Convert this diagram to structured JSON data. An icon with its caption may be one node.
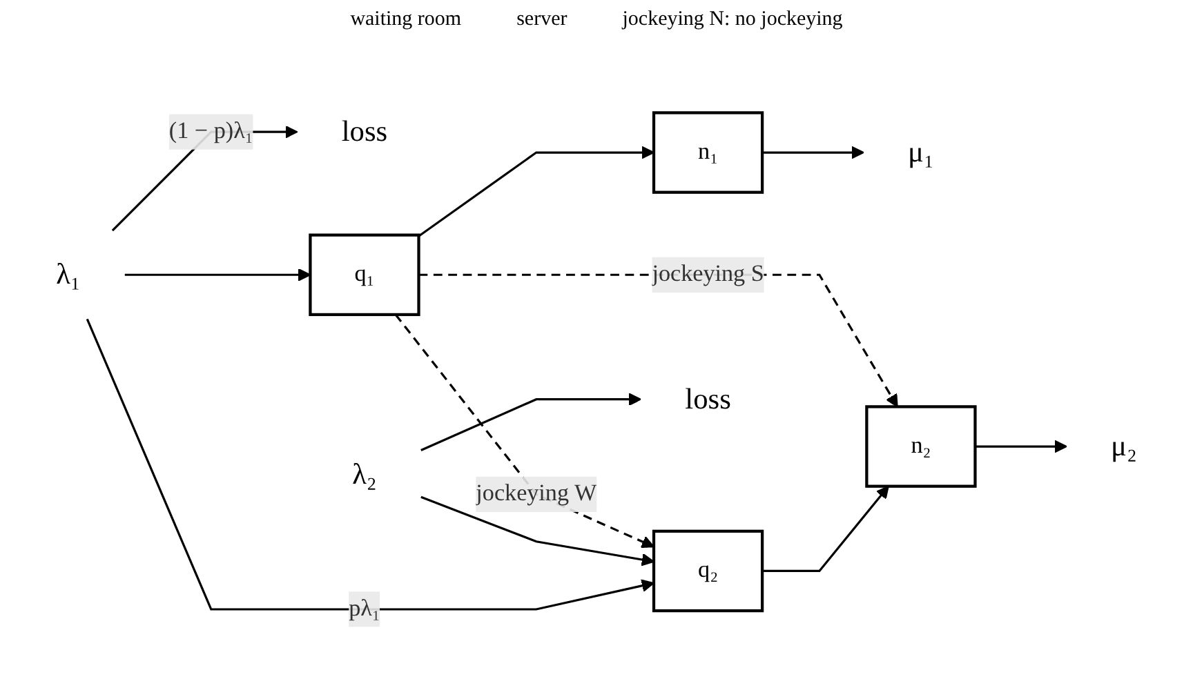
{
  "diagram": {
    "nodes": [
      {
        "text": [
          "loss"
        ]
      },
      {
        "text": [
          "λ₁"
        ]
      },
      {
        "text": [
          "q₁"
        ]
      },
      {
        "text": [
          "n₁"
        ]
      },
      {
        "text": [
          "μ₁"
        ]
      },
      {
        "text": [
          "λ₂"
        ]
      },
      {
        "text": [
          "q₂"
        ]
      },
      {
        "text": [
          "n₂"
        ]
      },
      {
        "text": [
          "μ₂"
        ]
      },
      {
        "text": [
          "loss"
        ]
      }
    ],
    "edges": [
      {
        "from": 1,
        "to": 2,
        "arrow": "to"
      },
      {
        "from": 1,
        "to": 0,
        "arrow": "to",
        "label": "(1 − p)λ₁"
      },
      {
        "from": 1,
        "to": 6,
        "arrow": "to",
        "label": "pλ₁"
      },
      {
        "from": 2,
        "to": 3,
        "arrow": "to"
      },
      {
        "from": 3,
        "to": 4,
        "arrow": "to"
      },
      {
        "from": 5,
        "to": 6,
        "arrow": "to"
      },
      {
        "from": 5,
        "to": 9,
        "arrow": "to"
      },
      {
        "from": 6,
        "to": 7,
        "arrow": "to"
      },
      {
        "from": 7,
        "to": 8,
        "arrow": "to"
      },
      {
        "from": 2,
        "to": 6,
        "arrow": "to",
        "label": "jockeying W",
        "style": "dashed"
      },
      {
        "from": 2,
        "to": 7,
        "arrow": "to",
        "label": "jockeying S",
        "style": "dashed"
      }
    ],
    "labels": [
      "waiting room",
      "server",
      "jockeying N: no jockeying"
    ]
  }
}
